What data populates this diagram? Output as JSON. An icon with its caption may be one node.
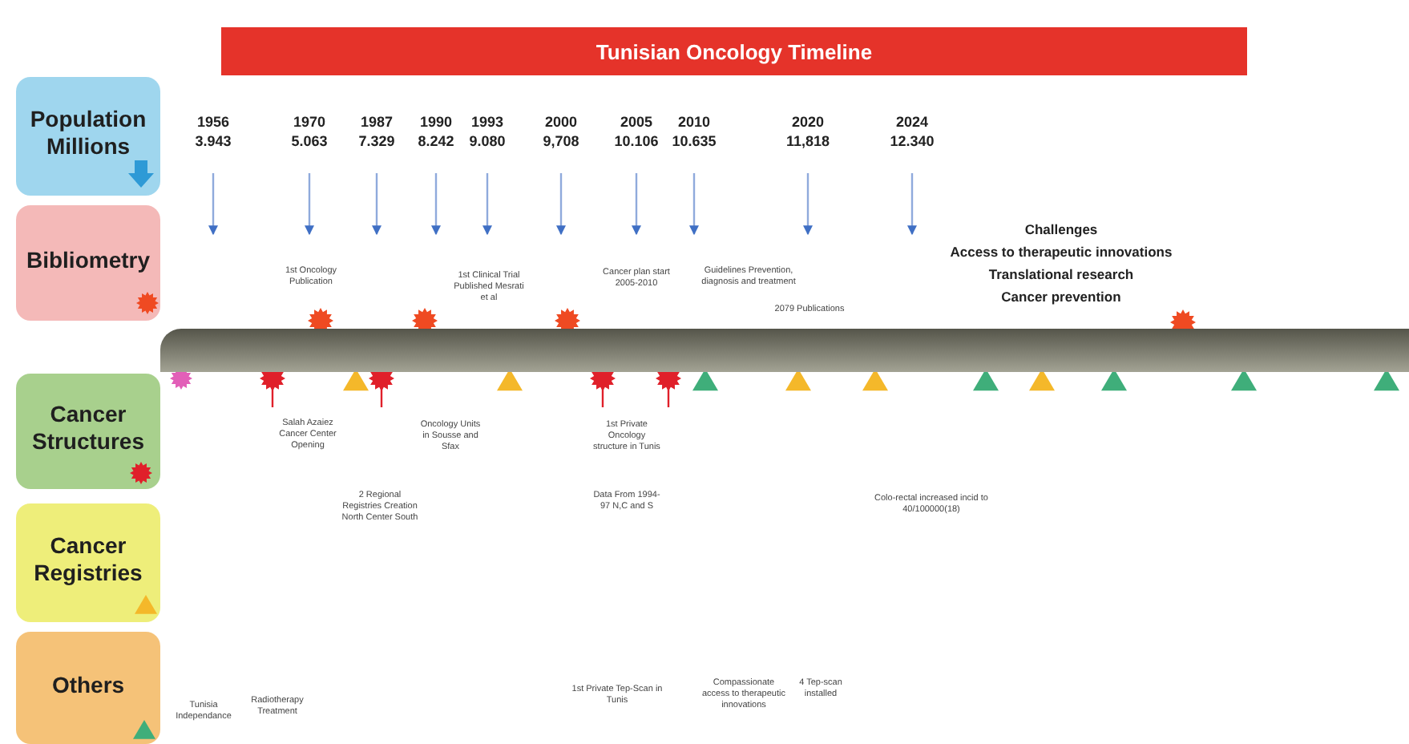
{
  "diagram": {
    "title": "Tunisian Oncology Timeline",
    "nodes": [
      {
        "text": [
          "Population Millions"
        ]
      },
      {
        "text": [
          "Bibliometry"
        ]
      },
      {
        "text": [
          "Cancer Structures"
        ]
      },
      {
        "text": [
          "Cancer Registries"
        ]
      },
      {
        "text": [
          "Others"
        ]
      },
      {
        "text": [
          "1956",
          "3.943"
        ]
      },
      {
        "text": [
          "1970",
          "5.063"
        ]
      },
      {
        "text": [
          "1987",
          "7.329"
        ]
      },
      {
        "text": [
          "1990",
          "8.242"
        ]
      },
      {
        "text": [
          "1993",
          "9.080"
        ]
      },
      {
        "text": [
          "2000",
          "9,708"
        ]
      },
      {
        "text": [
          "2005",
          "10.106"
        ]
      },
      {
        "text": [
          "2010",
          "10.635"
        ]
      },
      {
        "text": [
          "2020",
          "11,818"
        ]
      },
      {
        "text": [
          "2024",
          "12.340"
        ]
      },
      {
        "text": [],
        "shape": "bar"
      }
    ],
    "edges": [
      {
        "from": 5,
        "to": null,
        "arrow": "to"
      },
      {
        "from": 6,
        "to": null,
        "arrow": "to"
      },
      {
        "from": 7,
        "to": null,
        "arrow": "to"
      },
      {
        "from": 8,
        "to": null,
        "arrow": "to"
      },
      {
        "from": 9,
        "to": null,
        "arrow": "to"
      },
      {
        "from": 10,
        "to": null,
        "arrow": "to"
      },
      {
        "from": 11,
        "to": null,
        "arrow": "to"
      },
      {
        "from": 12,
        "to": null,
        "arrow": "to"
      },
      {
        "from": 13,
        "to": null,
        "arrow": "to"
      },
      {
        "from": 14,
        "to": null,
        "arrow": "to"
      }
    ],
    "labels": [
      "Challenges",
      "Access to therapeutic innovations",
      "Translational research",
      "Cancer prevention",
      "1st Oncology Publication",
      "1st Clinical Trial Published Mesrati et al",
      "Cancer plan start 2005-2010",
      "Guidelines Prevention, diagnosis and treatment",
      "2079 Publications",
      "Salah Azaiez Cancer Center Opening",
      "Oncology Units in Sousse and Sfax",
      "1st Private Oncology structure in Tunis",
      "2 Regional Registries Creation North Center South",
      "Data From 1994-97 N,C and S",
      "Colo-rectal increased incid to 40/100000(18)",
      "1st Private Tep-Scan in Tunis",
      "Compassionate access to therapeutic innovations",
      "4 Tep-scan installed",
      "Tunisia Independance",
      "Radiotherapy Treatment"
    ]
  }
}
